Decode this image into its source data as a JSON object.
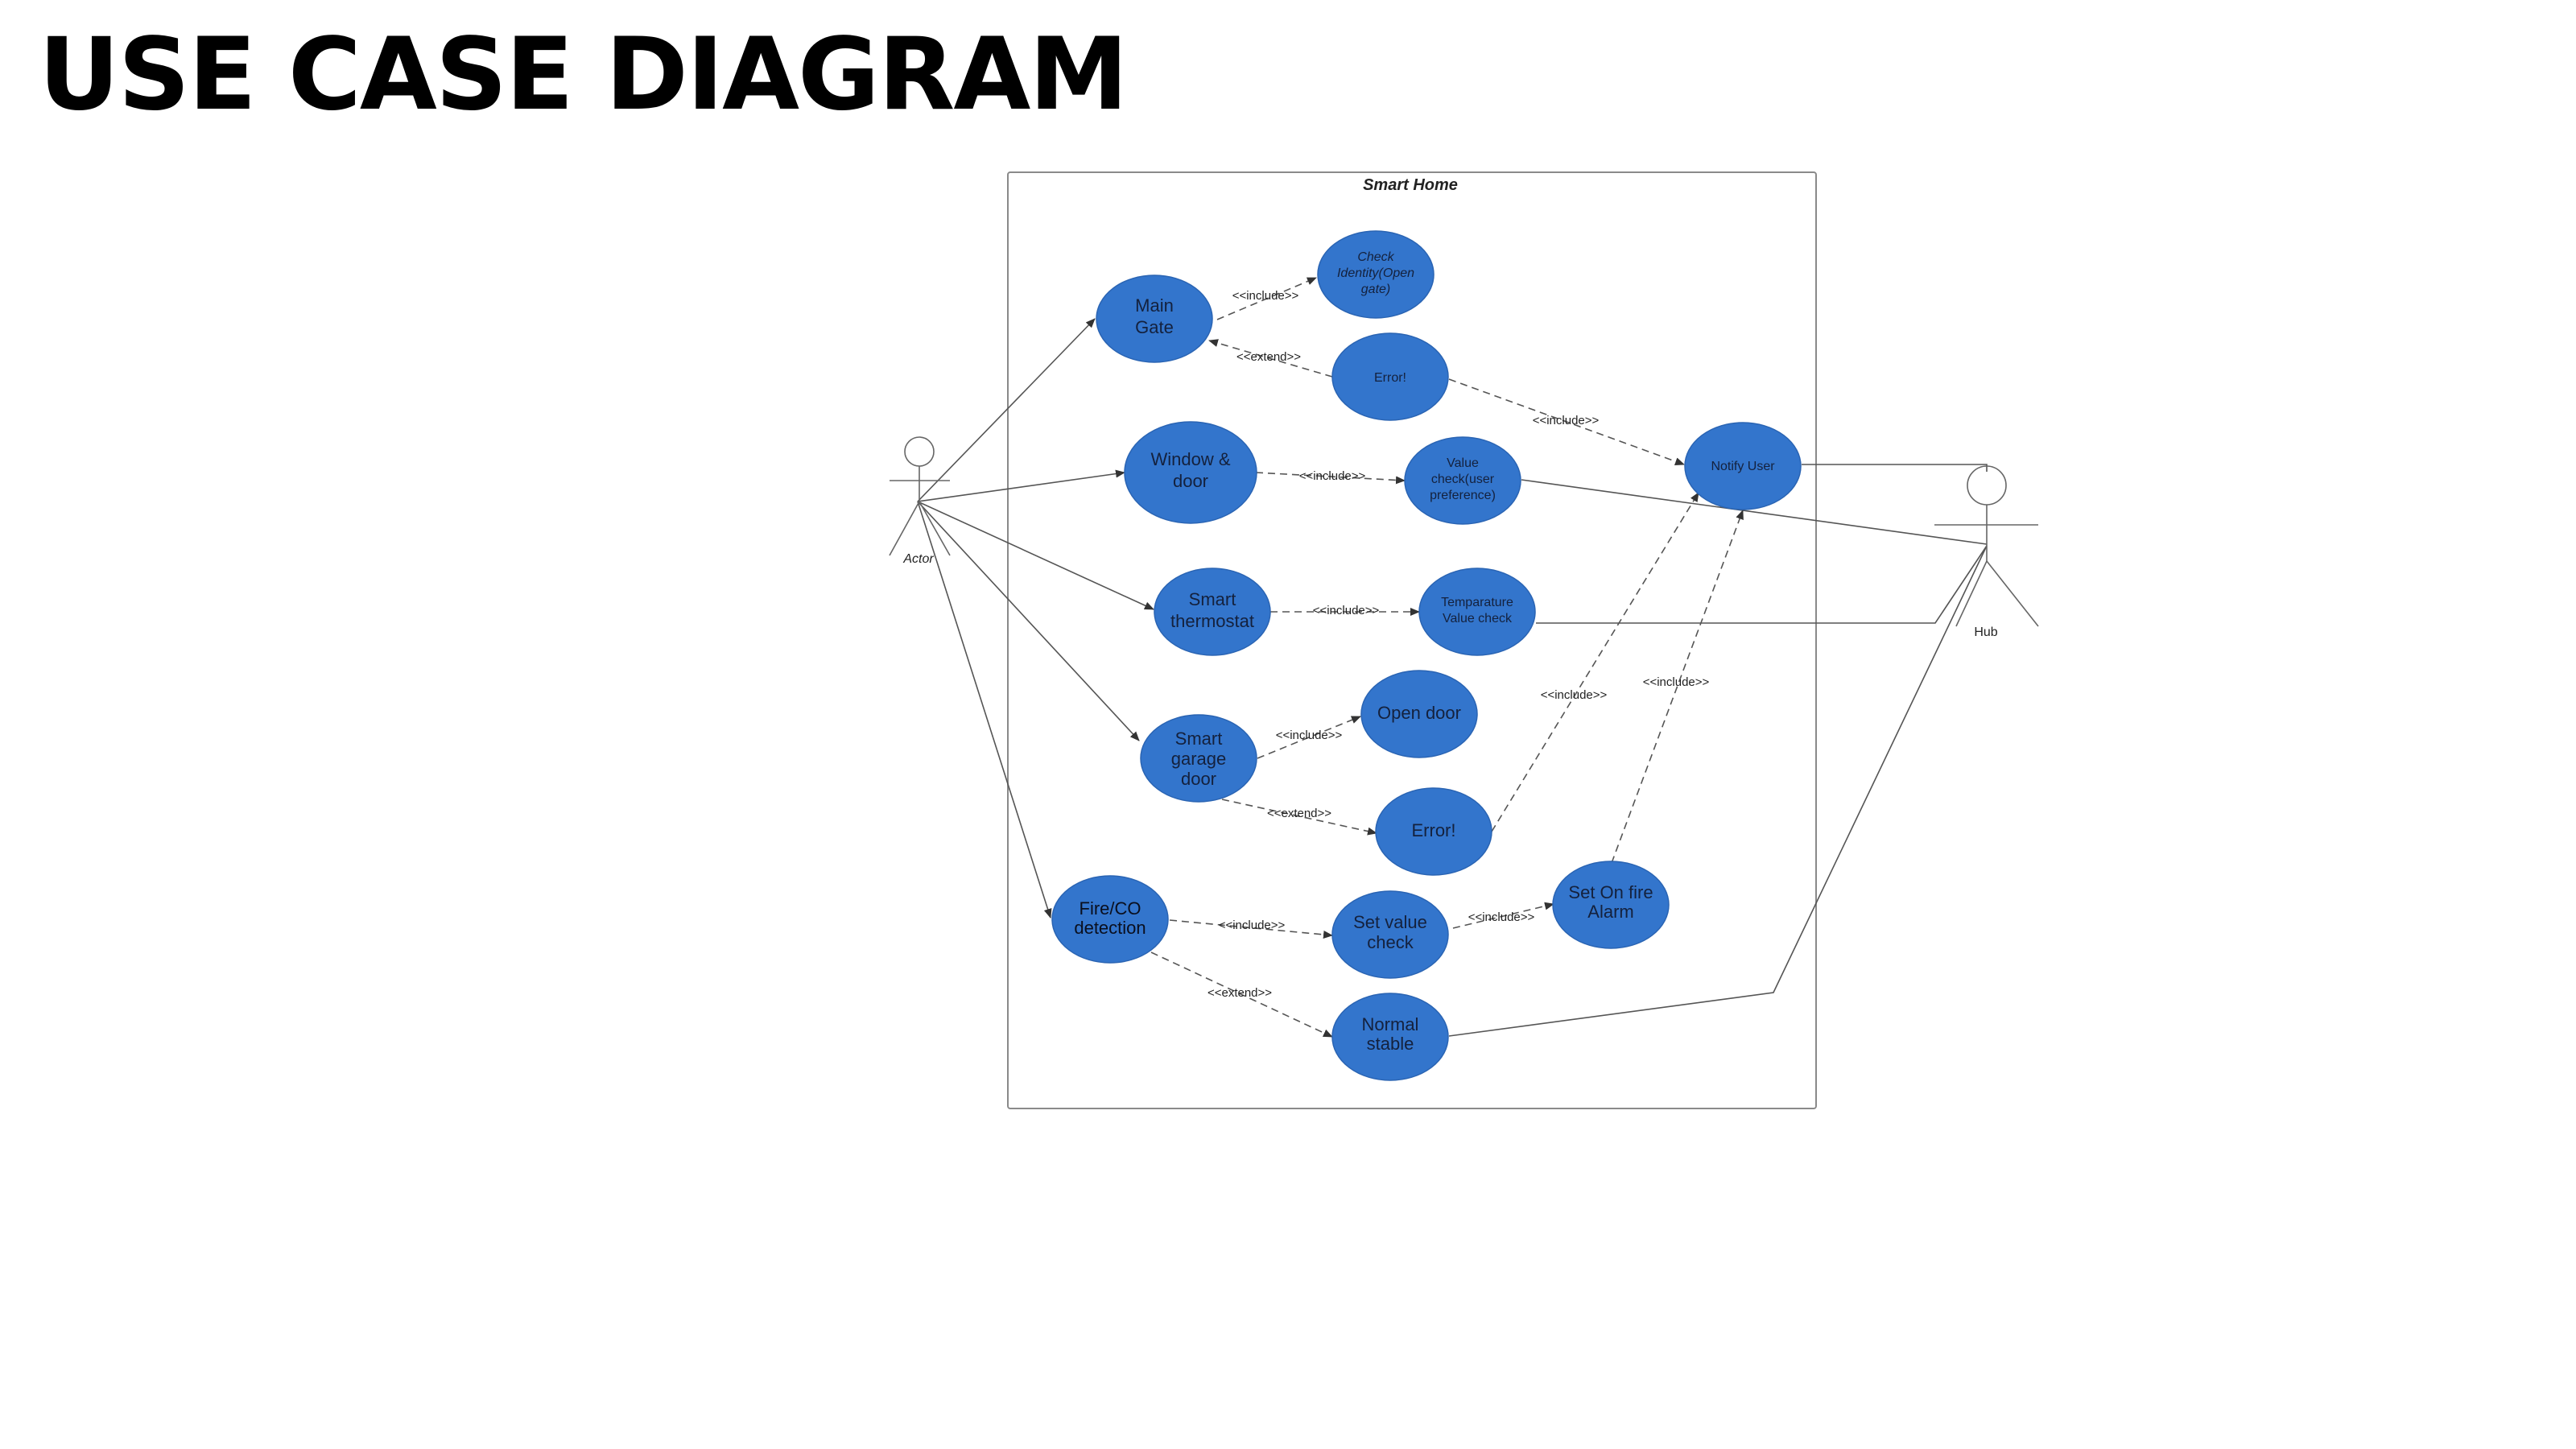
{
  "title": "USE CASE DIAGRAM",
  "diagram": {
    "boundary_label": "Smart Home",
    "actors": {
      "actor": "Actor",
      "hub": "Hub"
    },
    "use_cases": {
      "main_gate": [
        "Main",
        "Gate"
      ],
      "check_identity": [
        "Check",
        "Identity(Open",
        "gate)"
      ],
      "error_gate": [
        "Error!"
      ],
      "window_door": [
        "Window &",
        "door"
      ],
      "value_check": [
        "Value",
        "check(user",
        "preference)"
      ],
      "notify_user": [
        "Notify User"
      ],
      "smart_thermostat": [
        "Smart",
        "thermostat"
      ],
      "temperature_check": [
        "Temparature",
        "Value check"
      ],
      "smart_garage": [
        "Smart",
        "garage",
        "door"
      ],
      "open_door": [
        "Open door"
      ],
      "error_garage": [
        "Error!"
      ],
      "fire_co": [
        "Fire/CO",
        "detection"
      ],
      "set_value_check": [
        "Set value",
        "check"
      ],
      "set_fire_alarm": [
        "Set On fire",
        "Alarm"
      ],
      "normal_stable": [
        "Normal",
        "stable"
      ]
    },
    "relations": {
      "include_gate": "<<include>>",
      "extend_gate": "<<extend>>",
      "include_error_notify": "<<include>>",
      "include_window": "<<include>>",
      "include_thermostat": "<<include>>",
      "include_garage": "<<include>>",
      "extend_garage": "<<extend>>",
      "include_error2_notify": "<<include>>",
      "include_alarm_notify": "<<include>>",
      "include_fire": "<<include>>",
      "include_alarm": "<<include>>",
      "extend_fire": "<<extend>>"
    },
    "colors": {
      "use_case_fill": "#3375cc",
      "line": "#555555"
    }
  }
}
